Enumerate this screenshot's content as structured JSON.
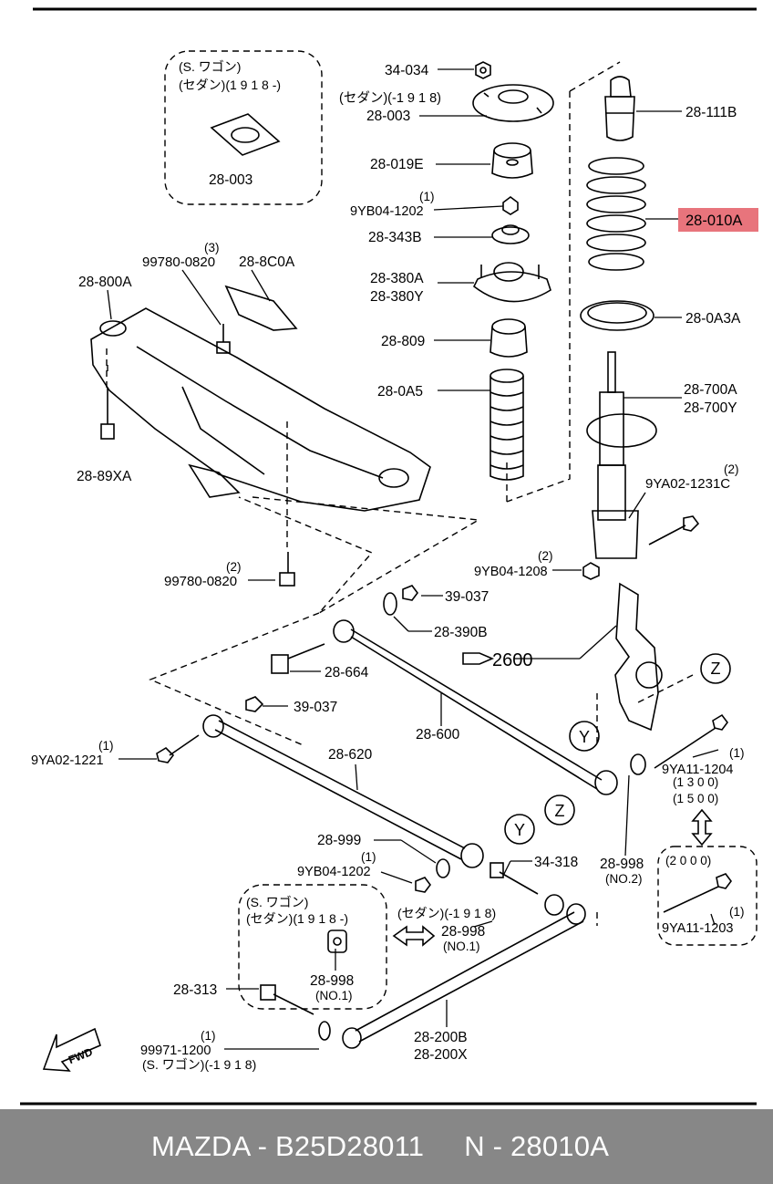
{
  "footer": {
    "brand": "MAZDA",
    "part_no": "B25D28011",
    "ref": "N - 28010A",
    "text": "MAZDA - B25D28011     N - 28010A"
  },
  "colors": {
    "highlight": "#e8747c",
    "footer_bg": "#878787",
    "footer_text": "#ffffff"
  },
  "icons": [
    "fwd-arrow-icon",
    "pointing-hand-icon",
    "double-arrow-icon"
  ],
  "callouts": [
    {
      "id": "c1",
      "text": "(S. ワゴン)"
    },
    {
      "id": "c2",
      "text": "(セダン)(1 9 1 8 -)"
    },
    {
      "id": "c3",
      "text": "28-003"
    },
    {
      "id": "c4",
      "text": "34-034"
    },
    {
      "id": "c5",
      "text": "(セダン)(-1 9 1 8)"
    },
    {
      "id": "c6",
      "text": "28-003"
    },
    {
      "id": "c7",
      "text": "28-111B"
    },
    {
      "id": "c8",
      "text": "28-019E"
    },
    {
      "id": "c9",
      "text": "(1)"
    },
    {
      "id": "c10",
      "text": "9YB04-1202"
    },
    {
      "id": "c11",
      "text": "28-010A"
    },
    {
      "id": "c12",
      "text": "(3)"
    },
    {
      "id": "c13",
      "text": "99780-0820"
    },
    {
      "id": "c14",
      "text": "28-8C0A"
    },
    {
      "id": "c15",
      "text": "28-343B"
    },
    {
      "id": "c16",
      "text": "28-800A"
    },
    {
      "id": "c17",
      "text": "28-380A"
    },
    {
      "id": "c18",
      "text": "28-380Y"
    },
    {
      "id": "c19",
      "text": "28-0A3A"
    },
    {
      "id": "c20",
      "text": "28-809"
    },
    {
      "id": "c21",
      "text": "28-0A5"
    },
    {
      "id": "c22",
      "text": "28-700A"
    },
    {
      "id": "c23",
      "text": "28-700Y"
    },
    {
      "id": "c24",
      "text": "28-89XA"
    },
    {
      "id": "c25",
      "text": "(2)"
    },
    {
      "id": "c26",
      "text": "9YA02-1231C"
    },
    {
      "id": "c27",
      "text": "(2)"
    },
    {
      "id": "c28",
      "text": "9YB04-1208"
    },
    {
      "id": "c29",
      "text": "(2)"
    },
    {
      "id": "c30",
      "text": "99780-0820"
    },
    {
      "id": "c31",
      "text": "39-037"
    },
    {
      "id": "c32",
      "text": "28-390B"
    },
    {
      "id": "c33",
      "text": "2600"
    },
    {
      "id": "c34",
      "text": "28-664"
    },
    {
      "id": "c35",
      "text": "Z"
    },
    {
      "id": "c36",
      "text": "39-037"
    },
    {
      "id": "c37",
      "text": "28-600"
    },
    {
      "id": "c38",
      "text": "Y"
    },
    {
      "id": "c39",
      "text": "(1)"
    },
    {
      "id": "c40",
      "text": "9YA02-1221"
    },
    {
      "id": "c41",
      "text": "28-620"
    },
    {
      "id": "c42",
      "text": "(1)"
    },
    {
      "id": "c43",
      "text": "9YA11-1204"
    },
    {
      "id": "c44",
      "text": "(1 3 0 0)"
    },
    {
      "id": "c45",
      "text": "(1 5 0 0)"
    },
    {
      "id": "c46",
      "text": "Z"
    },
    {
      "id": "c47",
      "text": "Y"
    },
    {
      "id": "c48",
      "text": "28-999"
    },
    {
      "id": "c49",
      "text": "(1)"
    },
    {
      "id": "c50",
      "text": "9YB04-1202"
    },
    {
      "id": "c51",
      "text": "34-318"
    },
    {
      "id": "c52",
      "text": "28-998"
    },
    {
      "id": "c53",
      "text": "(NO.2)"
    },
    {
      "id": "c54",
      "text": "(2 0 0 0)"
    },
    {
      "id": "c55",
      "text": "(S. ワゴン)"
    },
    {
      "id": "c56",
      "text": "(セダン)(1 9 1 8 -)"
    },
    {
      "id": "c57",
      "text": "(セダン)(-1 9 1 8)"
    },
    {
      "id": "c58",
      "text": "28-998"
    },
    {
      "id": "c59",
      "text": "(NO.1)"
    },
    {
      "id": "c60",
      "text": "(1)"
    },
    {
      "id": "c61",
      "text": "9YA11-1203"
    },
    {
      "id": "c62",
      "text": "28-998"
    },
    {
      "id": "c63",
      "text": "(NO.1)"
    },
    {
      "id": "c64",
      "text": "28-313"
    },
    {
      "id": "c65",
      "text": "(1)"
    },
    {
      "id": "c66",
      "text": "99971-1200"
    },
    {
      "id": "c67",
      "text": "(S. ワゴン)(-1 9 1 8)"
    },
    {
      "id": "c68",
      "text": "28-200B"
    },
    {
      "id": "c69",
      "text": "28-200X"
    },
    {
      "id": "c70",
      "text": "FWD"
    }
  ]
}
